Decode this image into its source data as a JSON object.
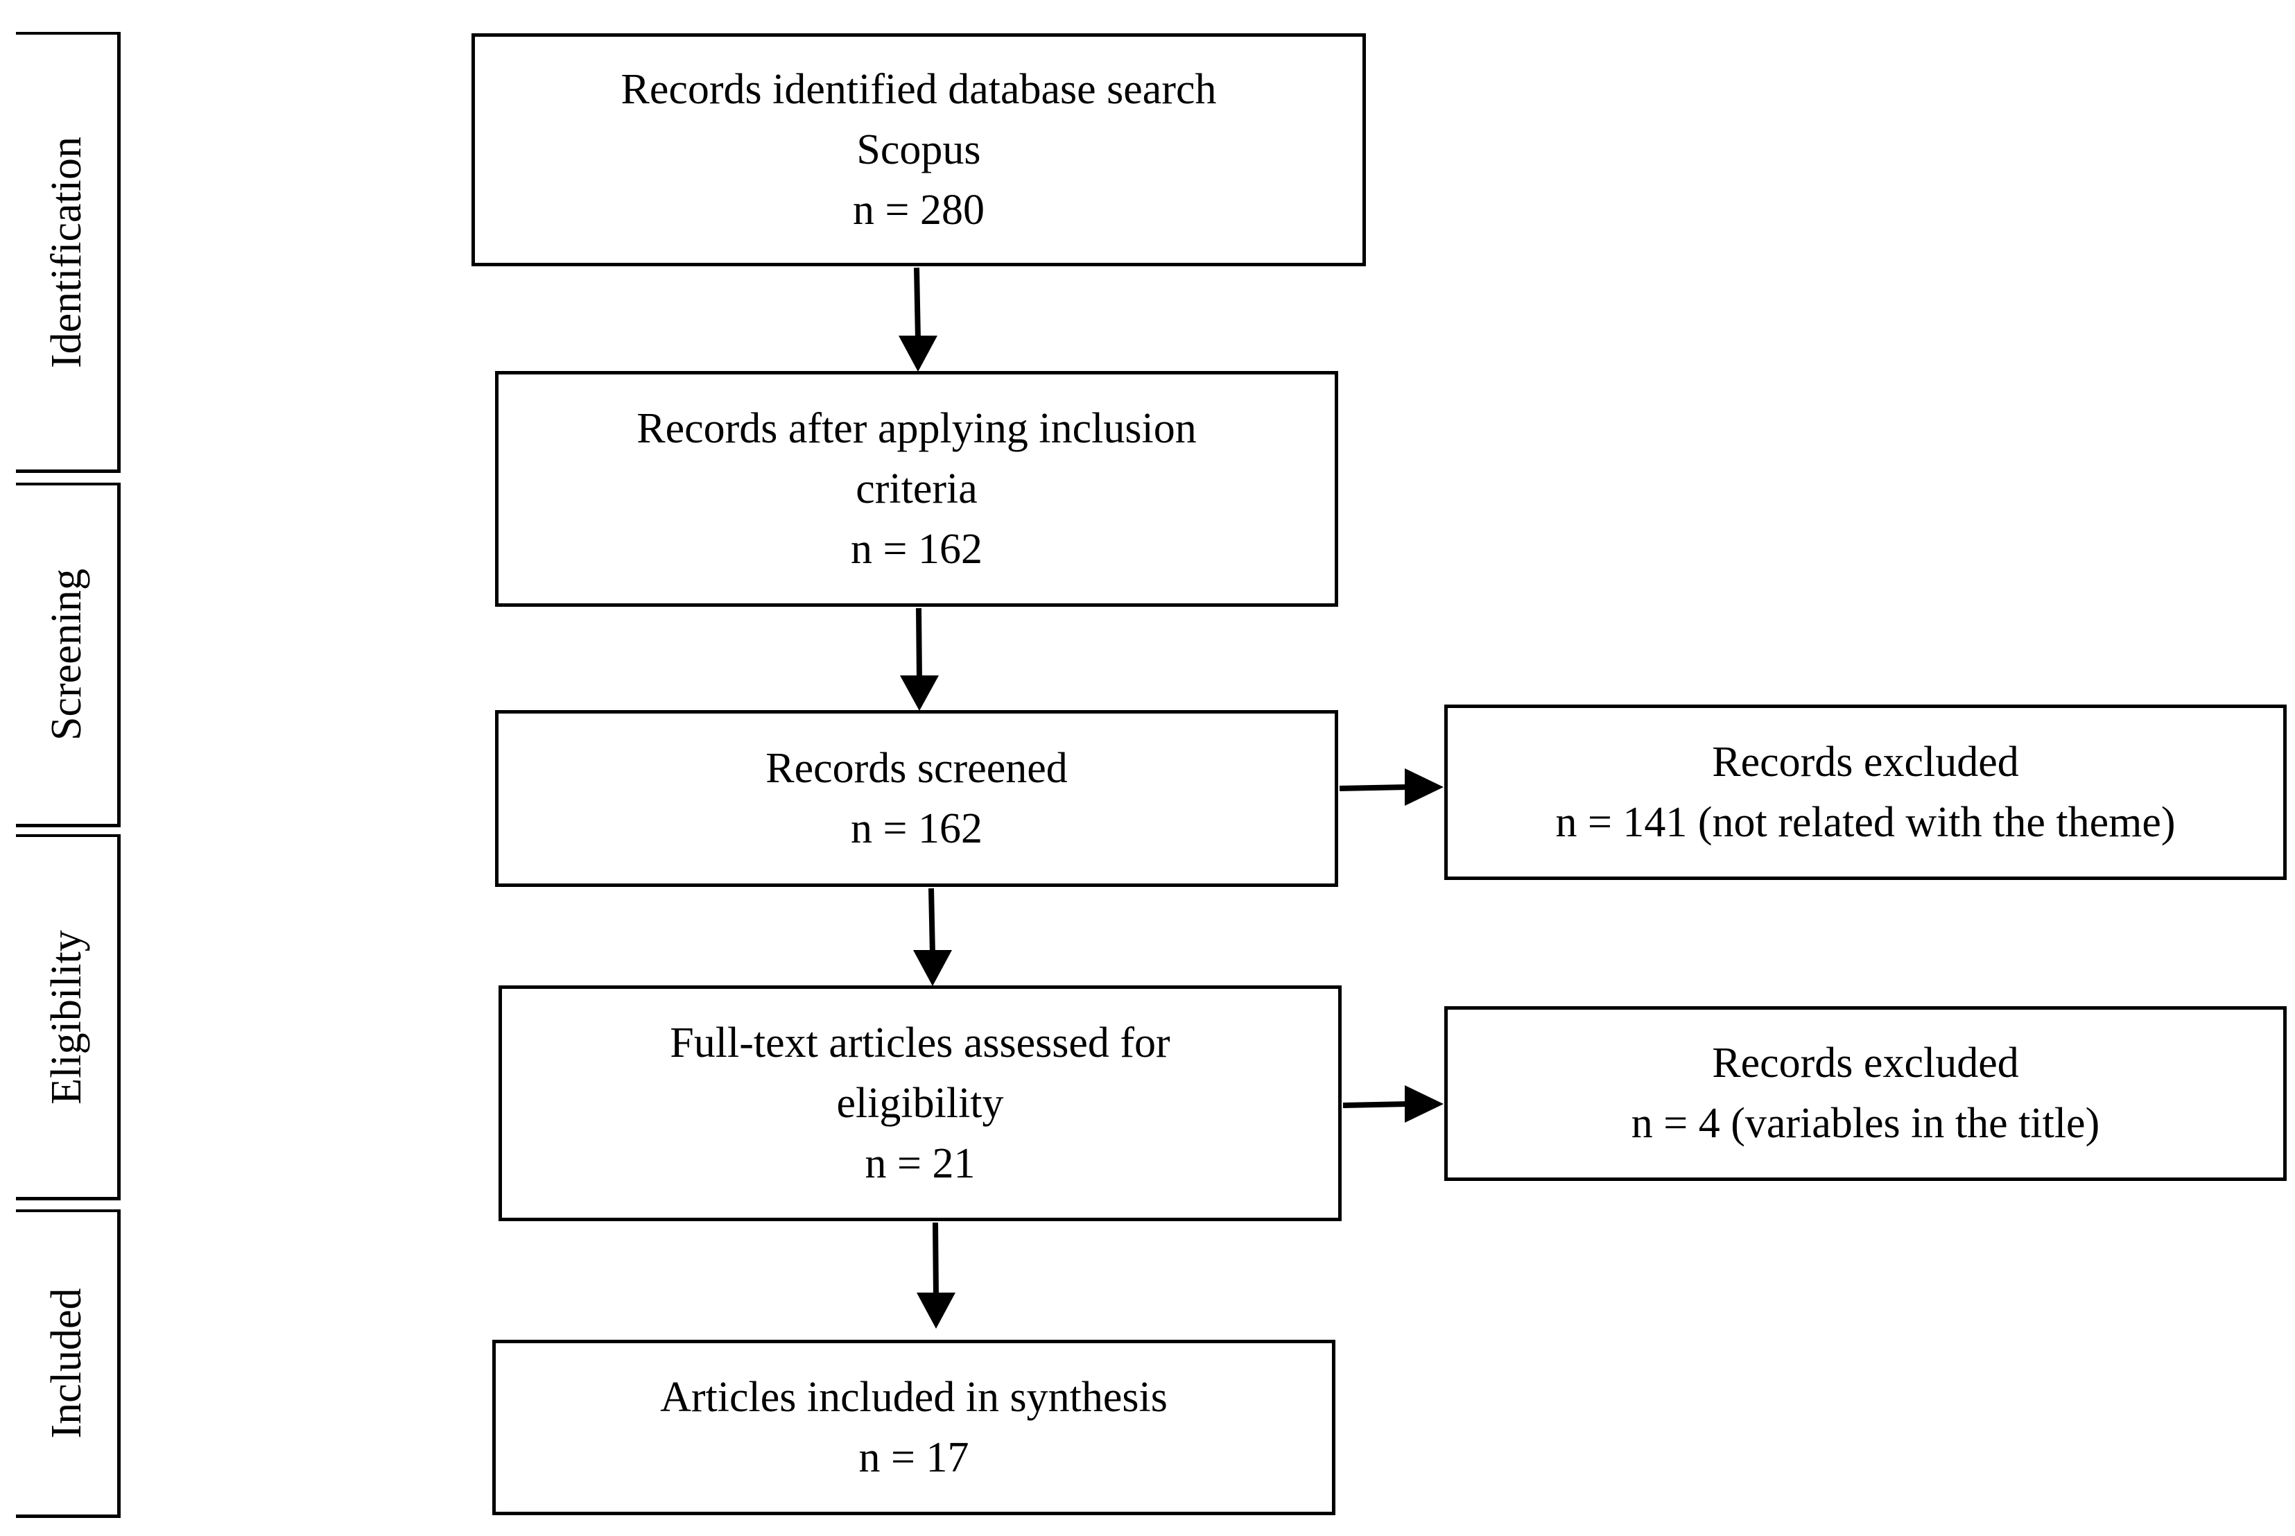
{
  "stages": [
    {
      "id": "identification",
      "label": "Identification"
    },
    {
      "id": "screening",
      "label": "Screening"
    },
    {
      "id": "eligibility",
      "label": "Eligibility"
    },
    {
      "id": "included",
      "label": "Included"
    }
  ],
  "boxes": {
    "identified": {
      "line1": "Records identified database search",
      "line2": "Scopus",
      "count": "n = 280"
    },
    "after_inclusion": {
      "line1": "Records after applying inclusion",
      "line2": "criteria",
      "count": "n = 162"
    },
    "screened": {
      "line1": "Records screened",
      "count": "n = 162"
    },
    "excluded_theme": {
      "line1": "Records excluded",
      "count": "n = 141 (not related with the theme)"
    },
    "full_text": {
      "line1": "Full-text articles assessed for",
      "line2": "eligibility",
      "count": "n = 21"
    },
    "excluded_variables": {
      "line1": "Records excluded",
      "count": "n = 4 (variables in the title)"
    },
    "included": {
      "line1": "Articles included in synthesis",
      "count": "n = 17"
    }
  }
}
